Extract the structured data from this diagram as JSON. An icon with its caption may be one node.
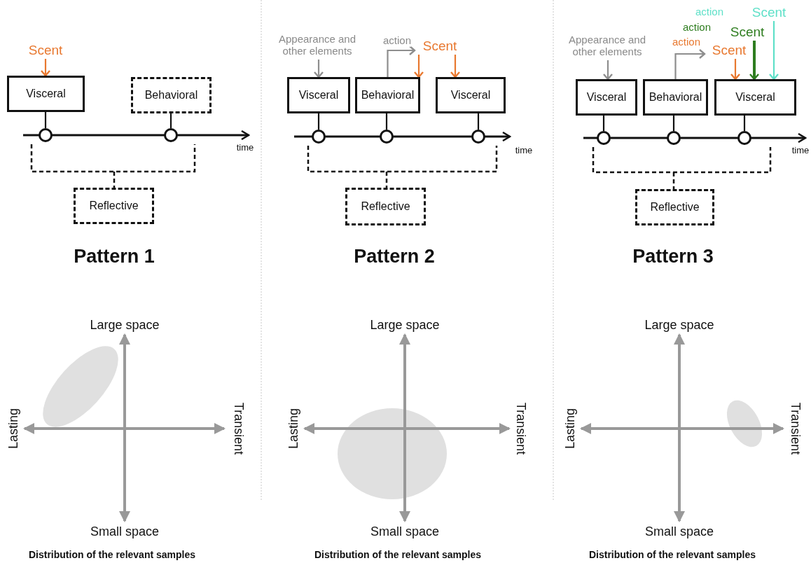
{
  "diagram": {
    "nodes": [
      {
        "text": [
          "Scent"
        ]
      },
      {
        "text": [
          "Visceral"
        ]
      },
      {
        "text": [
          "Behavioral"
        ]
      },
      {
        "text": [],
        "shape": "circle"
      },
      {
        "text": [],
        "shape": "circle"
      },
      {
        "text": [
          "Reflective"
        ]
      },
      {
        "text": [
          "Appearance and other elements"
        ]
      },
      {
        "text": [
          "Scent"
        ]
      },
      {
        "text": [
          "Visceral"
        ]
      },
      {
        "text": [
          "Behavioral"
        ]
      },
      {
        "text": [
          "Visceral"
        ]
      },
      {
        "text": [],
        "shape": "circle"
      },
      {
        "text": [],
        "shape": "circle"
      },
      {
        "text": [],
        "shape": "circle"
      },
      {
        "text": [
          "Reflective"
        ]
      },
      {
        "text": [
          "Appearance and other elements"
        ]
      },
      {
        "text": [
          "Scent"
        ]
      },
      {
        "text": [
          "Scent"
        ]
      },
      {
        "text": [
          "Scent"
        ]
      },
      {
        "text": [
          "Visceral"
        ]
      },
      {
        "text": [
          "Behavioral"
        ]
      },
      {
        "text": [
          "Visceral"
        ]
      },
      {
        "text": [],
        "shape": "circle"
      },
      {
        "text": [],
        "shape": "circle"
      },
      {
        "text": [],
        "shape": "circle"
      },
      {
        "text": [
          "Reflective"
        ]
      }
    ],
    "edges": [
      {
        "from": 0,
        "to": 1,
        "arrow": "to",
        "color": "#e8782f"
      },
      {
        "from": 1,
        "to": 3,
        "arrow": "none"
      },
      {
        "from": 2,
        "to": 4,
        "arrow": "none"
      },
      {
        "from": 6,
        "to": 8,
        "arrow": "to",
        "color": "#8e8e8e"
      },
      {
        "from": 9,
        "to": 7,
        "arrow": "to",
        "label": "action",
        "color": "#8e8e8e"
      },
      {
        "from": 7,
        "to": 9,
        "arrow": "to",
        "color": "#e8782f"
      },
      {
        "from": 7,
        "to": 10,
        "arrow": "to",
        "color": "#e8782f"
      },
      {
        "from": 8,
        "to": 11,
        "arrow": "none"
      },
      {
        "from": 9,
        "to": 12,
        "arrow": "none"
      },
      {
        "from": 10,
        "to": 13,
        "arrow": "none"
      },
      {
        "from": 15,
        "to": 19,
        "arrow": "to",
        "color": "#8e8e8e"
      },
      {
        "from": 20,
        "to": 18,
        "arrow": "to",
        "label": "action",
        "color": "#8e8e8e"
      },
      {
        "from": 18,
        "to": 21,
        "arrow": "to",
        "color": "#e8782f"
      },
      {
        "from": 17,
        "to": 21,
        "arrow": "to",
        "style": "thick",
        "color": "#2e7d1f"
      },
      {
        "from": 16,
        "to": 21,
        "arrow": "to",
        "color": "#5fe0c8"
      },
      {
        "from": 19,
        "to": 22,
        "arrow": "none"
      },
      {
        "from": 20,
        "to": 23,
        "arrow": "none"
      },
      {
        "from": 21,
        "to": 24,
        "arrow": "none"
      }
    ],
    "labels": [
      "time",
      "Pattern 1",
      "Large space",
      "Lasting",
      "Transient",
      "Small space",
      "Distribution of the relevant samples",
      "time",
      "Pattern 2",
      "Large space",
      "Lasting",
      "Transient",
      "Small space",
      "Distribution of the relevant samples",
      "action",
      "action",
      "time",
      "Pattern 3",
      "Large space",
      "Lasting",
      "Transient",
      "Small space",
      "Distribution of the relevant samples"
    ]
  }
}
